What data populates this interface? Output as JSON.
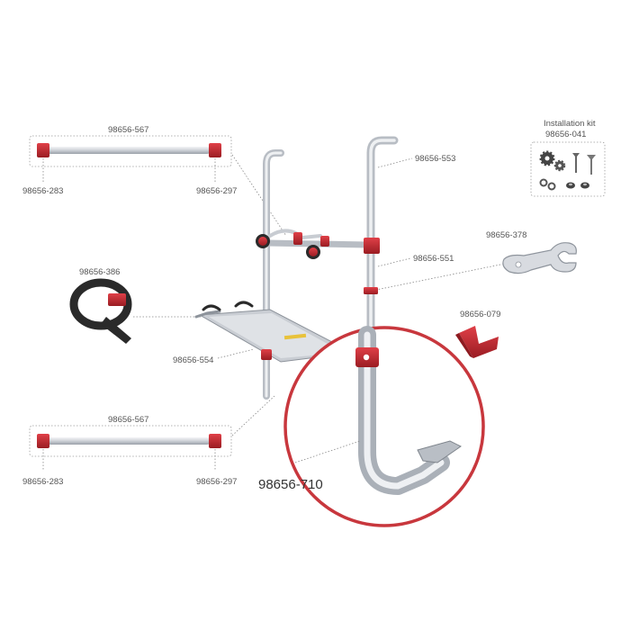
{
  "colors": {
    "accent_red": "#c8282d",
    "tube_light": "#e4e6ea",
    "tube_dark": "#aab0b8",
    "leader": "#888888",
    "label": "#555555",
    "circle": "#c8373d"
  },
  "top_bar": {
    "part": "98656-567",
    "left_end": "98656-283",
    "right_end": "98656-297"
  },
  "bottom_bar": {
    "part": "98656-567",
    "left_end": "98656-283",
    "right_end": "98656-297"
  },
  "installation_kit": {
    "title": "Installation kit",
    "part": "98656-041",
    "icon": "screws-and-nuts-icon"
  },
  "parts": {
    "upright_top": "98656-553",
    "clamp_bracket": "98656-551",
    "wrench": "98656-378",
    "strap": "98656-386",
    "support_block": "98656-079",
    "wheel_rail": "98656-554",
    "detail_bracket": "98656-710"
  }
}
